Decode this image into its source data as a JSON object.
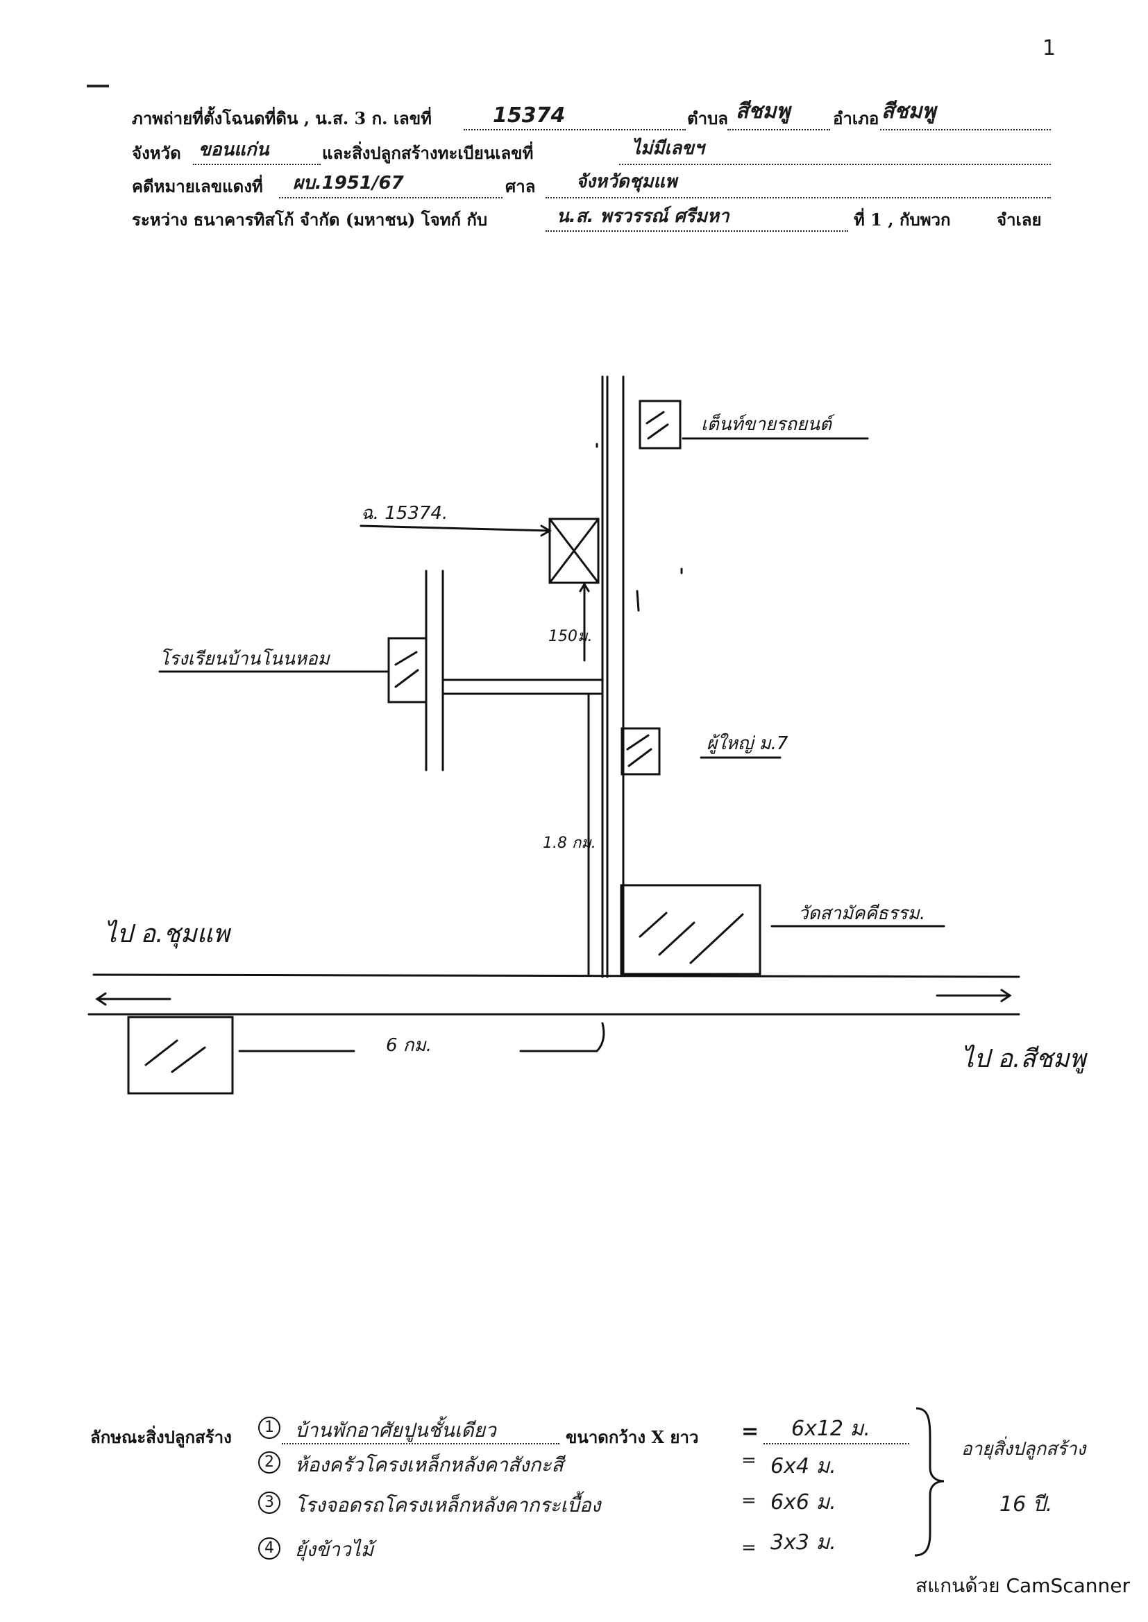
{
  "page_number": "1",
  "header": {
    "row1": {
      "label_photo": "ภาพถ่ายที่ตั้งโฉนดที่ดิน , น.ส. 3 ก. เลขที่",
      "deed_number": "15374",
      "label_subdistrict": "ตำบล",
      "subdistrict": "สีชมพู",
      "label_district": "อำเภอ",
      "district": "สีชมพู"
    },
    "row2": {
      "label_province": "จังหวัด",
      "province": "ขอนแก่น",
      "label_building_reg": "และสิ่งปลูกสร้างทะเบียนเลขที่",
      "building_reg": "ไม่มีเลขฯ"
    },
    "row3": {
      "label_black_case": "คดีหมายเลขแดงที่",
      "black_case": "ผบ.1951/67",
      "label_court": "ศาล",
      "court": "จังหวัดชุมแพ"
    },
    "row4": {
      "label_between": "ระหว่าง ธนาคารทิสโก้ จำกัด (มหาชน) โจทก์ กับ",
      "defendant": "น.ส. พรวรรณ์ ศรีมหา",
      "label_defendant_no": "ที่ 1 , กับพวก",
      "label_defendant_role": "จำเลย"
    }
  },
  "map": {
    "label_plot": "ฉ. 15374.",
    "label_car_tent": "เต็นท์ขายรถยนต์",
    "label_school": "โรงเรียนบ้านโนนหอม",
    "label_distance_plot": "150ม.",
    "label_village_head": "ผู้ใหญ่ ม.7",
    "label_distance_road": "1.8 กม.",
    "label_temple": "วัดสามัคคีธรรม.",
    "label_to_left": "ไป อ.ชุมแพ",
    "label_distance_bottom": "6 กม.",
    "label_to_right": "ไป อ.สีชมพู"
  },
  "buildings": {
    "label_features": "ลักษณะสิ่งปลูกสร้าง",
    "label_size": "ขนาดกว้าง X ยาว",
    "equals": "=",
    "items": [
      {
        "num": "1",
        "desc": "บ้านพักอาศัยปูนชั้นเดียว",
        "size": "6x12 ม."
      },
      {
        "num": "2",
        "desc": "ห้องครัวโครงเหล็กหลังคาสังกะสี",
        "size": "6x4 ม."
      },
      {
        "num": "3",
        "desc": "โรงจอดรถโครงเหล็กหลังคากระเบื้อง",
        "size": "6x6 ม."
      },
      {
        "num": "4",
        "desc": "ยุ้งข้าวไม้",
        "size": "3x3 ม."
      }
    ],
    "age_note_line1": "อายุสิ่งปลูกสร้าง",
    "age_note_line2": "16 ปี."
  },
  "footer": {
    "scanner_text": "สแกนด้วย CamScanner"
  }
}
